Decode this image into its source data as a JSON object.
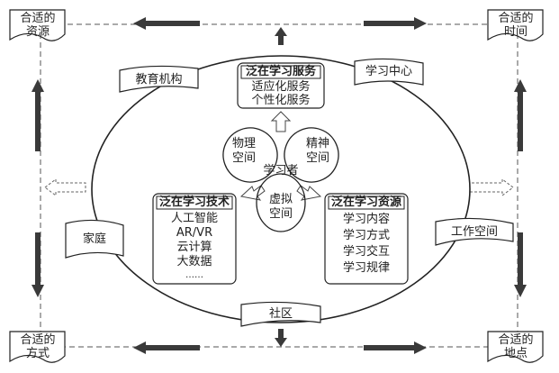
{
  "corners": {
    "top_left": [
      "合适的",
      "资源"
    ],
    "top_right": [
      "合适的",
      "时间"
    ],
    "bottom_left": [
      "合适的",
      "方式"
    ],
    "bottom_right": [
      "合适的",
      "地点"
    ]
  },
  "places": {
    "education": "教育机构",
    "learning_center": "学习中心",
    "family": "家庭",
    "workspace": "工作空间",
    "community": "社区"
  },
  "service": {
    "title": "泛在学习服务",
    "items": [
      "适应化服务",
      "个性化服务"
    ]
  },
  "tech": {
    "title": "泛在学习技术",
    "items": [
      "人工智能",
      "AR/VR",
      "云计算",
      "大数据",
      "……"
    ]
  },
  "resource": {
    "title": "泛在学习资源",
    "items": [
      "学习内容",
      "学习方式",
      "学习交互",
      "学习规律"
    ]
  },
  "spaces": {
    "physical": [
      "物理",
      "空间"
    ],
    "spiritual": [
      "精神",
      "空间"
    ],
    "virtual": [
      "虚拟",
      "空间"
    ],
    "learner": "学习者"
  },
  "colors": {
    "line": "#222222",
    "arrow_dark": "#3a3a3a",
    "box_fill": "#ffffff"
  }
}
